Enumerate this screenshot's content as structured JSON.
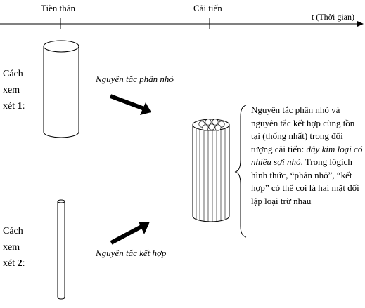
{
  "timeline": {
    "stage_1": "Tiền thân",
    "stage_2": "Cải tiến",
    "axis_label": "t (Thời gian)"
  },
  "view_1": {
    "label_line1": "Cách",
    "label_line2": "xem",
    "label_prefix": "xét ",
    "label_number": "1",
    "label_suffix": ":",
    "principle": "Nguyên tắc phân nhỏ"
  },
  "view_2": {
    "label_line1": "Cách",
    "label_line2": "xem",
    "label_prefix": "xét ",
    "label_number": "2",
    "label_suffix": ":",
    "principle": "Nguyên tắc kết hợp"
  },
  "description": {
    "part1": "Nguyên tắc phân nhỏ và nguyên tắc kết hợp cùng tồn tại (thống nhất) trong đối tượng cải tiến: ",
    "example": "dây kim loại có nhiều sợi nhỏ",
    "part2": ". Trong lôgích hình thức, “phân nhỏ”, “kết hợp” có thể coi là hai mặt đối lập loại trừ nhau"
  }
}
